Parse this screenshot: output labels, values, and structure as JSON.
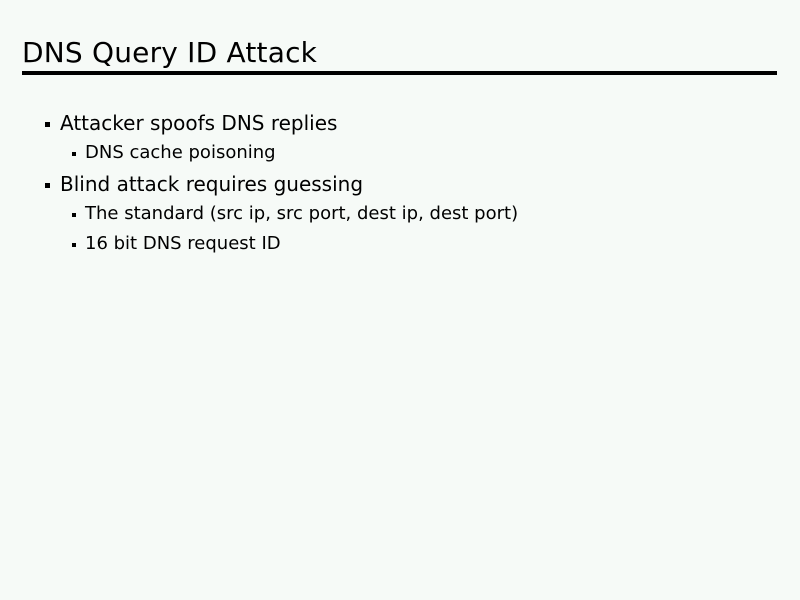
{
  "slide": {
    "title": "DNS Query ID Attack",
    "background_color": "#f6faf7",
    "text_color": "#000000",
    "rule_color": "#000000",
    "bullets": [
      {
        "level": 1,
        "text": "Attacker spoofs DNS replies",
        "marker": "square-bullet"
      },
      {
        "level": 2,
        "text": "DNS cache poisoning",
        "marker": "small-square-bullet"
      },
      {
        "level": 1,
        "text": "Blind attack requires guessing",
        "marker": "square-bullet"
      },
      {
        "level": 2,
        "text": "The standard (src ip, src port, dest ip, dest port)",
        "marker": "small-square-bullet"
      },
      {
        "level": 2,
        "text": "16 bit DNS request ID",
        "marker": "small-square-bullet"
      }
    ]
  }
}
